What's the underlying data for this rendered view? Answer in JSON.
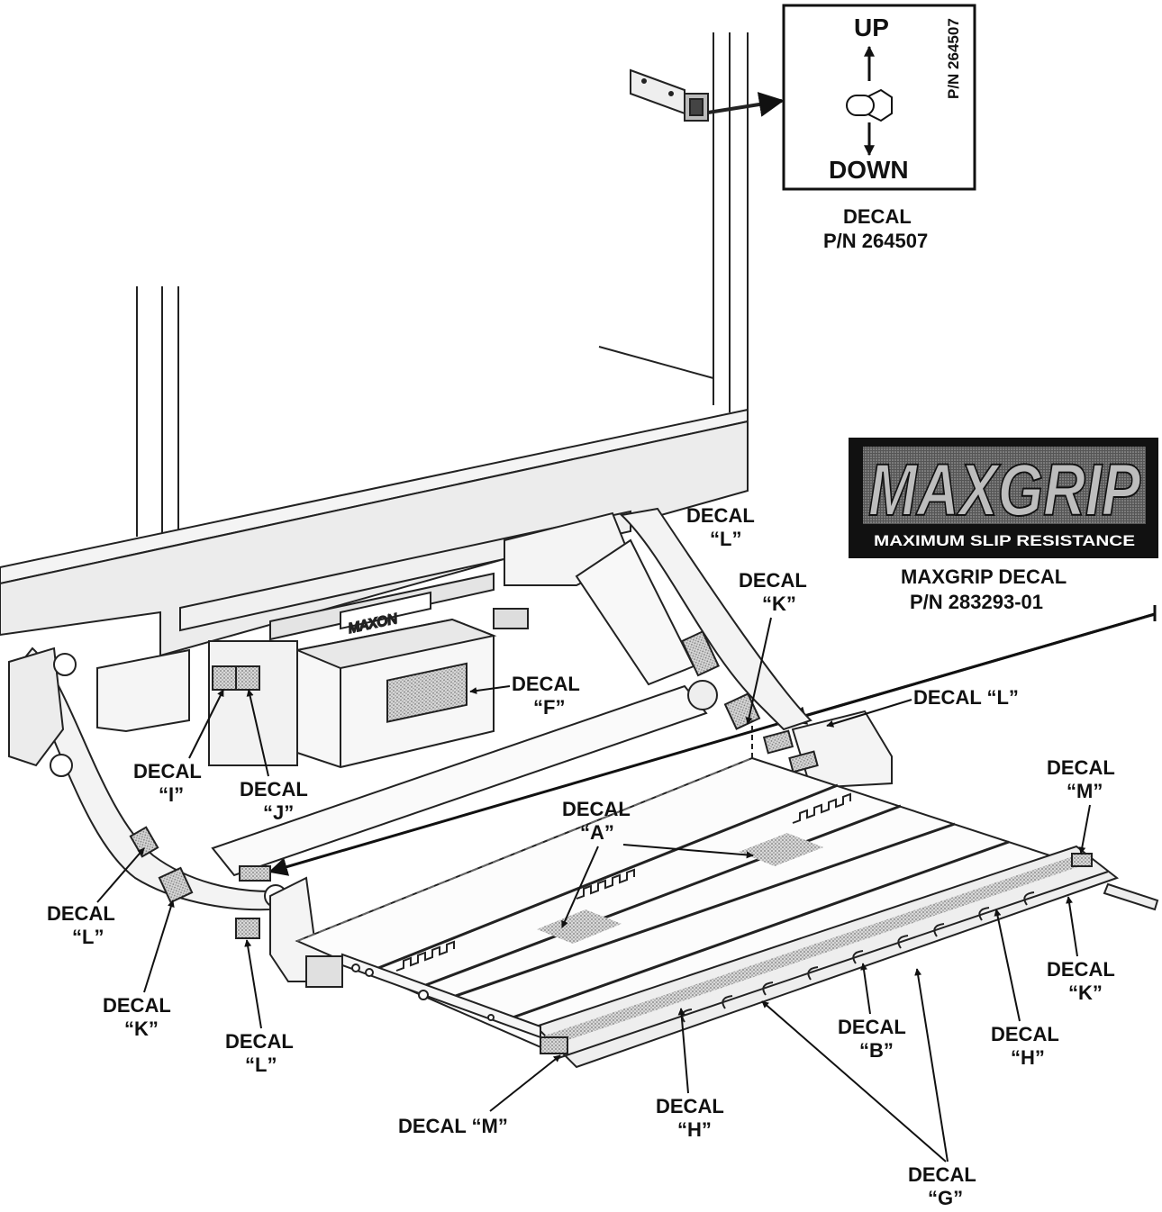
{
  "switch_decal": {
    "up": "UP",
    "down": "DOWN",
    "side_pn": "P/N 264507",
    "caption_line1": "DECAL",
    "caption_line2": "P/N 264507"
  },
  "maxgrip_decal": {
    "logo_text": "MAXGRIP",
    "tagline": "MAXIMUM SLIP RESISTANCE",
    "caption_line1": "MAXGRIP DECAL",
    "caption_line2": "P/N 283293-01"
  },
  "brand_plate": "MAXON",
  "callouts": [
    {
      "line1": "DECAL",
      "line2": "“L”"
    },
    {
      "line1": "DECAL",
      "line2": "“K”"
    },
    {
      "line1": "DECAL",
      "line2": "“F”"
    },
    {
      "line1": "DECAL “L”",
      "line2": ""
    },
    {
      "line1": "DECAL",
      "line2": "“I”"
    },
    {
      "line1": "DECAL",
      "line2": "“J”"
    },
    {
      "line1": "DECAL",
      "line2": "“M”"
    },
    {
      "line1": "DECAL",
      "line2": "“A”"
    },
    {
      "line1": "DECAL",
      "line2": "“L”"
    },
    {
      "line1": "DECAL",
      "line2": "“K”"
    },
    {
      "line1": "DECAL",
      "line2": "“K”"
    },
    {
      "line1": "DECAL",
      "line2": "“L”"
    },
    {
      "line1": "DECAL",
      "line2": "“B”"
    },
    {
      "line1": "DECAL",
      "line2": "“H”"
    },
    {
      "line1": "DECAL “M”",
      "line2": ""
    },
    {
      "line1": "DECAL",
      "line2": "“H”"
    },
    {
      "line1": "DECAL",
      "line2": "“G”"
    }
  ]
}
